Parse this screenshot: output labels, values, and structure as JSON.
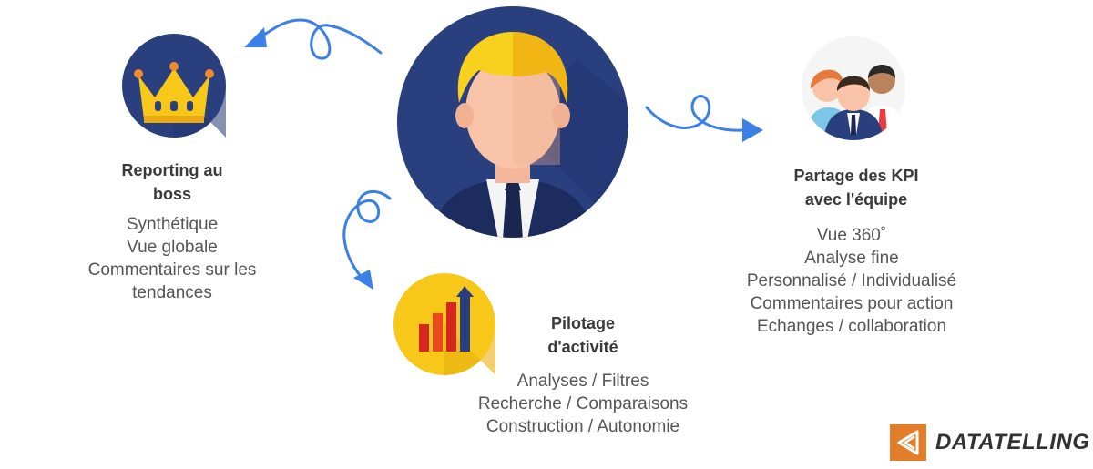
{
  "colors": {
    "navy": "#2a3f7e",
    "gold": "#f7c81a",
    "arrow": "#3b80e6",
    "orange": "#e27e2a"
  },
  "nodes": {
    "boss": {
      "icon": "crown-icon",
      "title_lines": [
        "Reporting au",
        "boss"
      ],
      "items": [
        "Synthétique",
        "Vue globale",
        "Commentaires sur les",
        "tendances"
      ]
    },
    "team": {
      "icon": "team-icon",
      "title_lines": [
        "Partage des KPI",
        "avec l'équipe"
      ],
      "items": [
        "Vue 360˚",
        "Analyse fine",
        "Personnalisé / Individualisé",
        "Commentaires pour action",
        "Echanges / collaboration"
      ]
    },
    "activity": {
      "icon": "bar-chart-icon",
      "title_lines": [
        "Pilotage",
        "d'activité"
      ],
      "items": [
        "Analyses / Filtres",
        "Recherche / Comparaisons",
        "Construction / Autonomie"
      ]
    },
    "center": {
      "icon": "user-avatar-icon"
    }
  },
  "logo": {
    "text": "DATATELLING"
  }
}
